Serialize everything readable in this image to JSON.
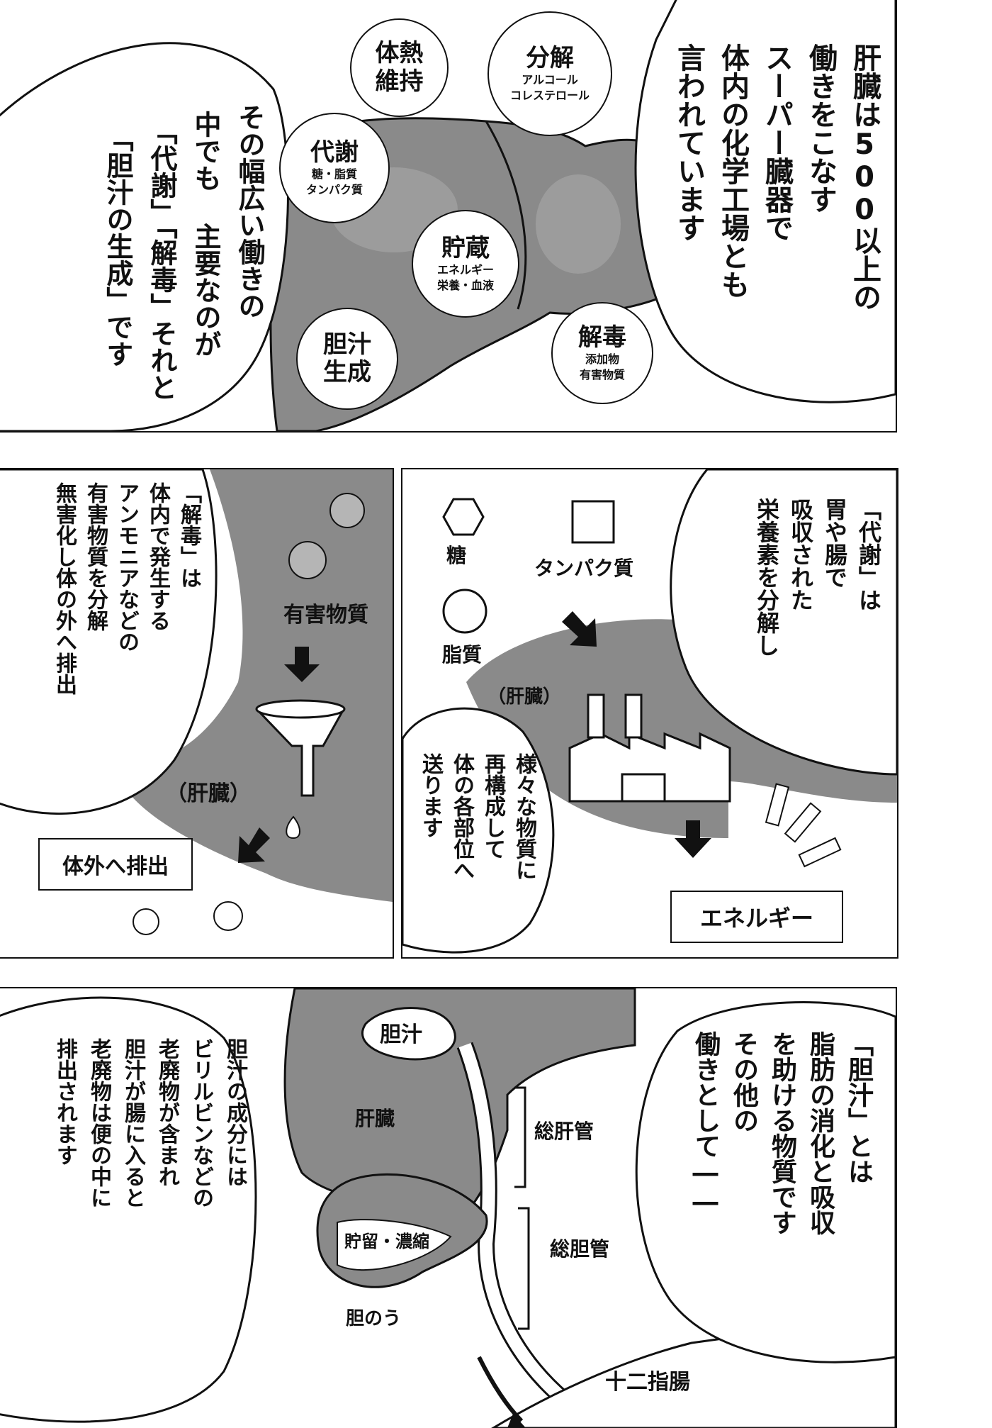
{
  "panel1": {
    "bubble_right_lines": [
      "肝臓は500以上の",
      "働きをこなす",
      "スーパー臓器で",
      "体内の化学工場とも",
      "言われています"
    ],
    "bubble_left_lines": [
      "その幅広い働きの",
      "中でも 主要なのが",
      "「代謝」「解毒」それと",
      "「胆汁の生成」です"
    ],
    "circles": {
      "heat": {
        "title": "体熱\n維持"
      },
      "decompose": {
        "title": "分解",
        "sub": "アルコール\nコレステロール"
      },
      "metabolism": {
        "title": "代謝",
        "sub": "糖・脂質\nタンパク質"
      },
      "storage": {
        "title": "貯蔵",
        "sub": "エネルギー\n栄養・血液"
      },
      "bile": {
        "title": "胆汁\n生成"
      },
      "detox": {
        "title": "解毒",
        "sub": "添加物\n有害物質"
      }
    }
  },
  "panel2": {
    "bubble_lines": [
      "「解毒」は",
      "体内で発生する",
      "アンモニアなどの",
      "有害物質を分解",
      "無害化し体の外へ排出"
    ],
    "labels": {
      "harmful": "有害物質",
      "liver": "（肝臓）",
      "excrete_box": "体外へ排出"
    }
  },
  "panel3": {
    "bubble_right_lines": [
      "「代謝」は",
      "胃や腸で",
      "吸収された",
      "栄養素を分解し"
    ],
    "bubble_left_lines": [
      "様々な物質に",
      "再構成して",
      "体の各部位へ",
      "送ります"
    ],
    "labels": {
      "sugar": "糖",
      "protein": "タンパク質",
      "fat": "脂質",
      "liver": "（肝臓）",
      "energy_box": "エネルギー"
    }
  },
  "panel4": {
    "bubble_right_lines": [
      "「胆汁」とは",
      "脂肪の消化と吸収",
      "を助ける物質です",
      "その他の",
      "働きとして――"
    ],
    "bubble_left_lines": [
      "胆汁の成分には",
      "ビリルビンなどの",
      "老廃物が含まれ",
      "胆汁が腸に入ると",
      "老廃物は便の中に",
      "排出されます"
    ],
    "labels": {
      "bile": "胆汁",
      "liver": "肝臓",
      "common_hepatic_duct": "総肝管",
      "common_bile_duct": "総胆管",
      "storage_concentration": "貯留・濃縮",
      "gallbladder": "胆のう",
      "duodenum": "十二指腸"
    }
  },
  "colors": {
    "ink": "#111111",
    "screentone": "#8a8a8a",
    "paper": "#ffffff",
    "tone_light": "#b5b5b5"
  }
}
